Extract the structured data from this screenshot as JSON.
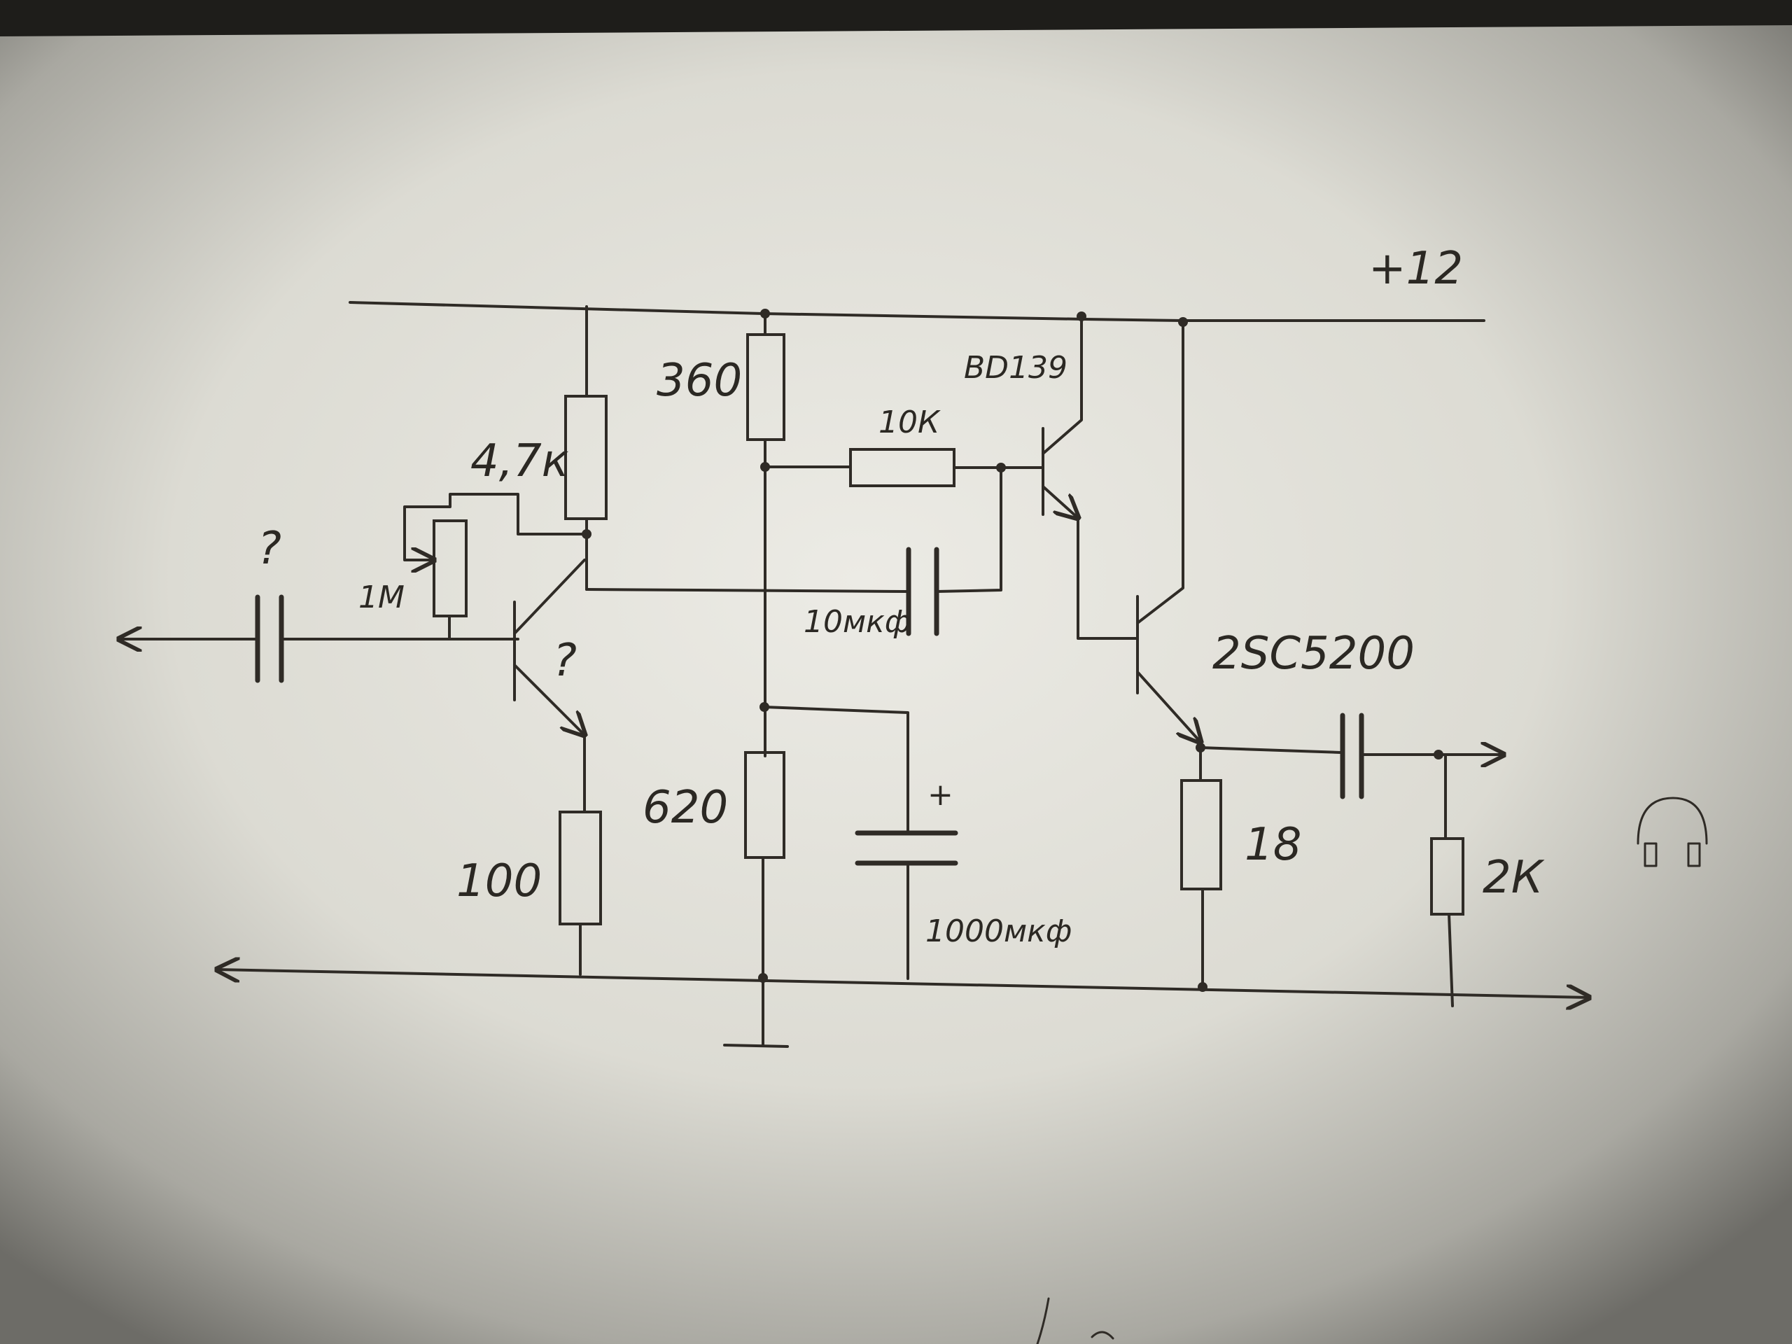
{
  "labels": {
    "supply": "+12",
    "input_cap": "?",
    "q1": "?",
    "r_4k7": "4,7к",
    "r_1m": "1М",
    "r_100": "100",
    "r_360": "360",
    "r_620": "620",
    "r_10k": "10К",
    "c_10": "10мкф",
    "c_1000": "1000мкф",
    "c_1000_plus": "+",
    "q2": "BD139",
    "q3": "2SC5200",
    "r_18": "18",
    "r_2k": "2К"
  },
  "icons": {
    "output_device": "headphones-icon"
  },
  "colors": {
    "ink": "#2f2b26",
    "paper_light": "#e9e8e2",
    "paper_dark": "#2a2926"
  }
}
